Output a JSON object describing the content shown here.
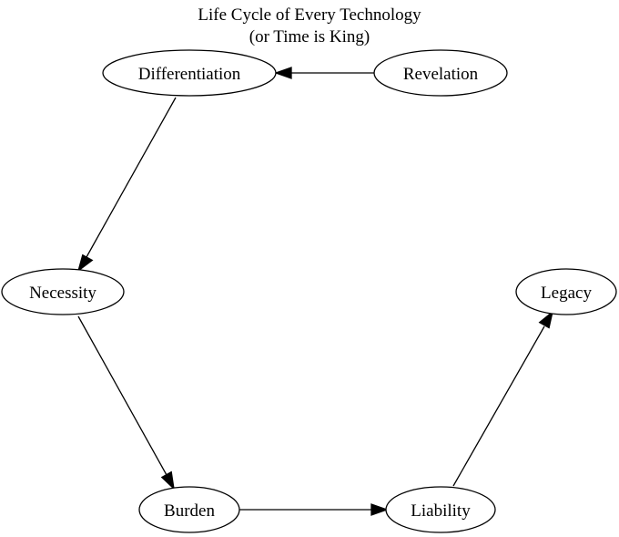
{
  "title": {
    "line1": "Life Cycle of Every Technology",
    "line2": "(or Time is King)"
  },
  "nodes": [
    {
      "id": "revelation",
      "label": "Revelation"
    },
    {
      "id": "differentiation",
      "label": "Differentiation"
    },
    {
      "id": "necessity",
      "label": "Necessity"
    },
    {
      "id": "burden",
      "label": "Burden"
    },
    {
      "id": "liability",
      "label": "Liability"
    },
    {
      "id": "legacy",
      "label": "Legacy"
    }
  ],
  "edges": [
    {
      "from": "revelation",
      "to": "differentiation"
    },
    {
      "from": "differentiation",
      "to": "necessity"
    },
    {
      "from": "necessity",
      "to": "burden"
    },
    {
      "from": "burden",
      "to": "liability"
    },
    {
      "from": "liability",
      "to": "legacy"
    }
  ]
}
